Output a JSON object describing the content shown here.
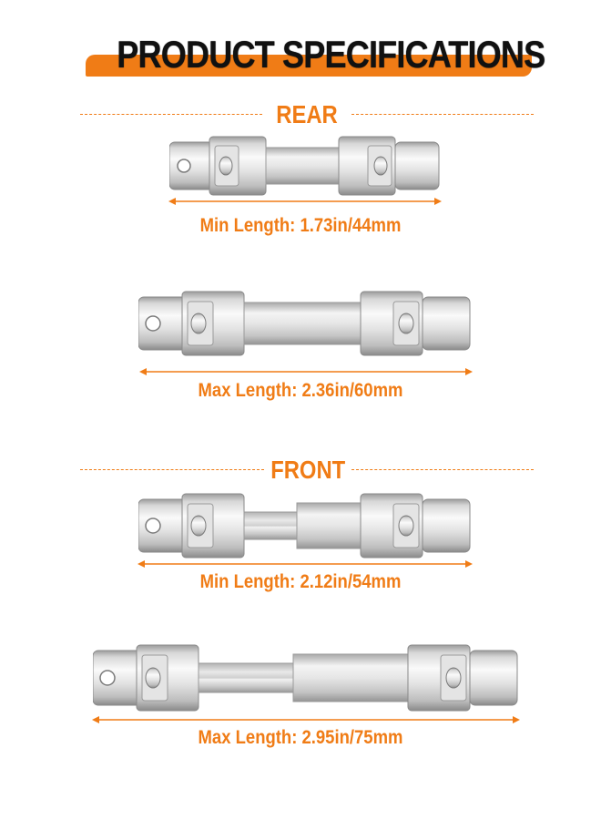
{
  "title": "PRODUCT SPECIFICATIONS",
  "colors": {
    "accent": "#f07c16",
    "title_text": "#111111",
    "metal_light": "#f1f1f1",
    "metal_mid": "#c9c9c9",
    "metal_dark": "#8d8d8d"
  },
  "sections": {
    "rear": {
      "label": "REAR",
      "shafts": [
        {
          "caption": "Min Length: 1.73in/44mm"
        },
        {
          "caption": "Max Length: 2.36in/60mm"
        }
      ]
    },
    "front": {
      "label": "FRONT",
      "shafts": [
        {
          "caption": "Min Length: 2.12in/54mm"
        },
        {
          "caption": "Max Length: 2.95in/75mm"
        }
      ]
    }
  },
  "icons": {
    "shaft": "cvd-drive-shaft-icon",
    "arrow": "double-headed-arrow-icon"
  }
}
